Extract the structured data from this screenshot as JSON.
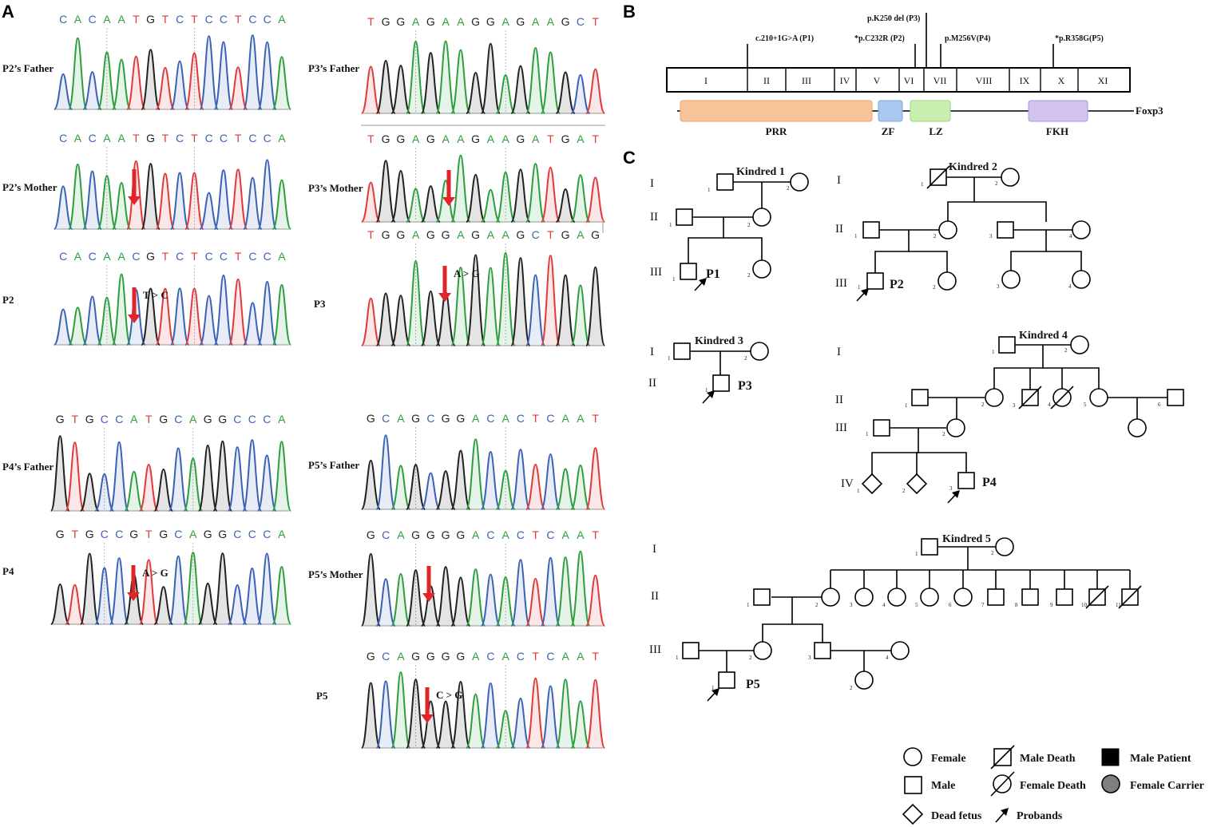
{
  "panels": {
    "a": "A",
    "b": "B",
    "c": "C"
  },
  "colors": {
    "A": "#2e9e3e",
    "C": "#3b62b5",
    "G": "#222222",
    "T": "#e03a3a",
    "arrow": "#e0242a",
    "carrier": "#7f7f7f",
    "patient": "#000000",
    "prr": "#f7c49a",
    "zf": "#a9c8ef",
    "lz": "#c9f0b1",
    "fkh": "#d2c2ee"
  },
  "traces": [
    {
      "label": "P2’s Father",
      "seq": "CACAATGTCTCCTCCA",
      "annot": ""
    },
    {
      "label": "P2’s Mother",
      "seq": "CACAATGTCTCCTCCA",
      "annot": ""
    },
    {
      "label": "P2",
      "seq": "CACAACGTCTCCTCCA",
      "annot": "T > C"
    },
    {
      "label": "P3’s Father",
      "seq": "TGGAGAAGGAGAAGCT",
      "annot": ""
    },
    {
      "label": "P3’s Mother",
      "seq": "TGGAGAAGAAGATGAT",
      "annot": ""
    },
    {
      "label": "P3",
      "seq": "TGGAGGAGAAGCTGAG",
      "annot": "A > G"
    },
    {
      "label": "P4’s Father",
      "seq": "GTGCCATGCAGGCCCA",
      "annot": ""
    },
    {
      "label": "P4",
      "seq": "GTGCCGTGCAGGCCCA",
      "annot": "A > G"
    },
    {
      "label": "P5’s Father",
      "seq": "GCAGCGGACACTCAAT",
      "annot": ""
    },
    {
      "label": "P5’s Mother",
      "seq": "GCAGGGGACACTCAAT",
      "annot": ""
    },
    {
      "label": "P5",
      "seq": "GCAGGGGACACTCAAT",
      "annot": "C > G"
    }
  ],
  "gene": {
    "name": "Foxp3",
    "exons": [
      "I",
      "II",
      "III",
      "IV",
      "V",
      "VI",
      "VII",
      "VIII",
      "IX",
      "X",
      "XI"
    ],
    "mutations": [
      "c.210+1G>A (P1)",
      "*p.C232R (P2)",
      "p.K250 del (P3)",
      "p.M256V(P4)",
      "*p.R358G(P5)"
    ],
    "domains": [
      "PRR",
      "ZF",
      "LZ",
      "FKH"
    ]
  },
  "pedigrees": {
    "generations": [
      "I",
      "II",
      "III",
      "IV"
    ],
    "kindreds": [
      "Kindred 1",
      "Kindred 2",
      "Kindred 3",
      "Kindred 4",
      "Kindred 5"
    ],
    "probands": [
      "P1",
      "P2",
      "P3",
      "P4",
      "P5"
    ],
    "numbers": [
      "1",
      "2",
      "3",
      "4",
      "5",
      "6",
      "7",
      "8",
      "9",
      "10",
      "11"
    ]
  },
  "legend": [
    "Female",
    "Male",
    "Dead fetus",
    "Male Death",
    "Female Death",
    "Probands",
    "Male Patient",
    "Female Carrier"
  ]
}
